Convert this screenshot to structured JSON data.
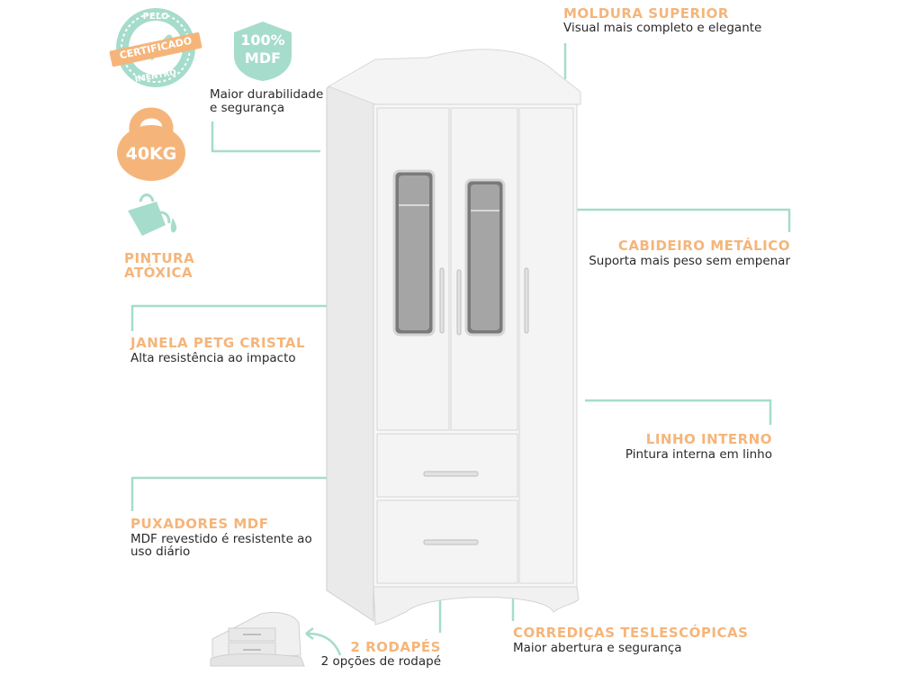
{
  "colors": {
    "accent_orange": "#f5b57a",
    "accent_mint": "#a6dccb",
    "text": "#2a2a2a"
  },
  "badges": {
    "certified": {
      "top": "PELO",
      "middle": "CERTIFICADO",
      "bottom": "IMENTRO"
    },
    "mdf": {
      "line1": "100%",
      "line2": "MDF",
      "caption1": "Maior durabilidade",
      "caption2": "e segurança"
    },
    "weight": {
      "label": "40KG"
    },
    "paint": {
      "line1": "PINTURA",
      "line2": "ATÓXICA"
    }
  },
  "features": {
    "moldura": {
      "title": "MOLDURA SUPERIOR",
      "desc": "Visual mais completo e elegante"
    },
    "cabideiro": {
      "title": "CABIDEIRO METÁLICO",
      "desc": "Suporta mais peso sem empenar"
    },
    "janela": {
      "title": "JANELA PETG CRISTAL",
      "desc": "Alta resistência ao impacto"
    },
    "linho": {
      "title": "LINHO INTERNO",
      "desc": "Pintura interna em linho"
    },
    "puxadores": {
      "title": "PUXADORES MDF",
      "desc1": "MDF revestido é resistente ao",
      "desc2": "uso diário"
    },
    "rodapes": {
      "title": "2 RODAPÉS",
      "desc": "2 opções de rodapé"
    },
    "corredicas": {
      "title": "CORREDIÇAS TESLESCÓPICAS",
      "desc": "Maior abertura e segurança"
    }
  }
}
